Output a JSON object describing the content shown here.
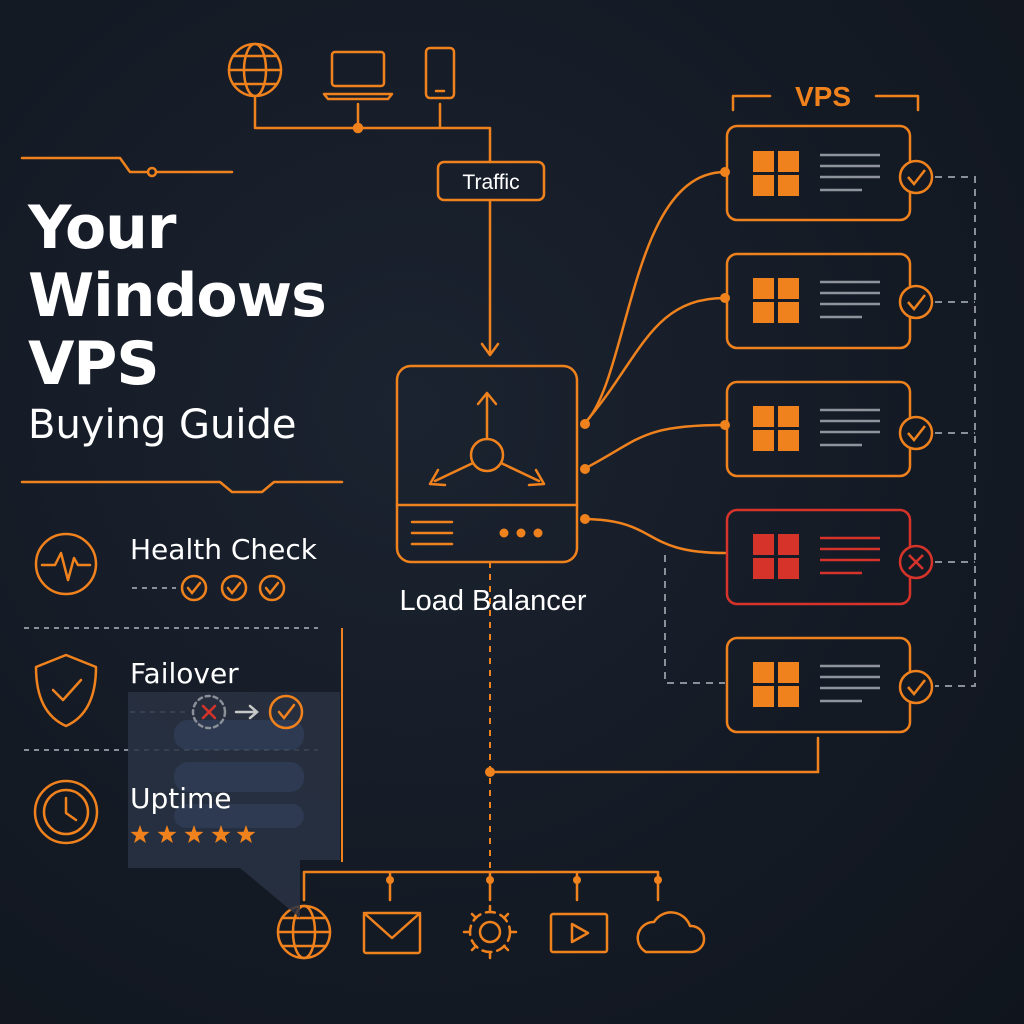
{
  "header": {
    "title_line1": "Your",
    "title_line2": "Windows",
    "title_line3": "VPS",
    "subtitle": "Buying Guide"
  },
  "features": [
    {
      "label": "Health Check",
      "icon": "heartbeat-icon"
    },
    {
      "label": "Failover",
      "icon": "shield-check-icon"
    },
    {
      "label": "Uptime",
      "icon": "clock-icon"
    }
  ],
  "diagram": {
    "traffic_label": "Traffic",
    "load_balancer_label": "Load Balancer",
    "vps_group_label": "VPS",
    "clients": [
      "globe-icon",
      "laptop-icon",
      "phone-icon"
    ],
    "vps_nodes": [
      {
        "os": "windows-logo",
        "status": "healthy"
      },
      {
        "os": "windows-logo",
        "status": "healthy"
      },
      {
        "os": "windows-logo",
        "status": "healthy"
      },
      {
        "os": "windows-logo",
        "status": "failed"
      },
      {
        "os": "windows-logo",
        "status": "healthy"
      }
    ],
    "services": [
      "globe-icon",
      "mail-icon",
      "gear-icon",
      "video-icon",
      "cloud-icon"
    ]
  },
  "colors": {
    "accent": "#f0821e",
    "error": "#d6332b",
    "background": "#141a24",
    "text": "#ffffff",
    "dashed": "#8a8f98"
  }
}
